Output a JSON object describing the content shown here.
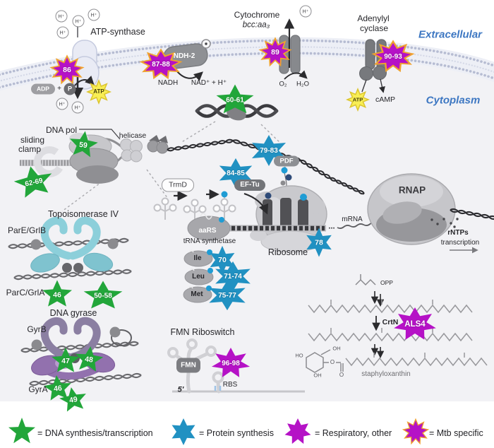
{
  "region_labels": {
    "extracellular": "Extracellular",
    "cytoplasm": "Cytoplasm"
  },
  "labels": {
    "hplus": "H⁺",
    "atp_synthase": "ATP-synthase",
    "adp": "ADP",
    "plus": "+",
    "p_i": "P",
    "atp": "ATP",
    "ndh2": "NDH-2",
    "nadh": "NADH",
    "nad_h": "NAD⁺ + H⁺",
    "cytochrome": "Cytochrome",
    "bcc_aa3": "bcc:aa₃",
    "o2": "O₂",
    "h2o": "H₂O",
    "adenylyl": "Adenylyl",
    "cyclase": "cyclase",
    "camp": "cAMP",
    "dna_pol": "DNA pol",
    "sliding": "sliding",
    "clamp": "clamp",
    "helicase": "helicase",
    "topoisomerase_iv": "Topoisomerase IV",
    "pare_grlb": "ParE/GrlB",
    "parc_grla": "ParC/GrlA",
    "dna_gyrase": "DNA gyrase",
    "gyrb": "GyrB",
    "gyra": "GyrA",
    "trmd": "TrmD",
    "ef_tu": "EF-Tu",
    "pdf": "PDF",
    "aars": "aaRS",
    "trna_synthetase": "tRNA synthetase",
    "ile": "Ile",
    "leu": "Leu",
    "met": "Met",
    "ribosome": "Ribosome",
    "mrna": "mRNA",
    "mrna_dots": "...",
    "rnap": "RNAP",
    "rntps": "rNTPs",
    "transcription": "transcription",
    "fmn_riboswitch": "FMN Riboswitch",
    "fmn": "FMN",
    "rbs": "RBS",
    "five_prime": "5'",
    "opp": "OPP",
    "crtn": "CrtN",
    "staphyloxanthin": "staphyloxanthin",
    "oh": "OH",
    "ho": "HO",
    "o": "O"
  },
  "badges": {
    "atp_synthase": "86",
    "ndh2": "87-88",
    "cytochrome": "89",
    "adenylyl_cyclase": "90-93",
    "dna_helix": "60-61",
    "dna_pol": "59",
    "sliding_clamp": "62-69",
    "topo_parc": "46",
    "topo_pare": "50-58",
    "gyrase_47": "47",
    "gyrase_48": "48",
    "gyrase_46": "46",
    "gyrase_49": "49",
    "pdf": "79-83",
    "ef_tu": "84-85",
    "ribosome": "78",
    "ile_rs": "70",
    "leu_rs": "71-74",
    "met_rs": "75-77",
    "fmn_riboswitch": "96-98",
    "als4": "ALS4"
  },
  "legend": {
    "dna": "= DNA synthesis/transcription",
    "protein": "= Protein synthesis",
    "respiratory": "= Respiratory, other",
    "mtb": "= Mtb specific"
  },
  "colors": {
    "dna_green": "#22a63a",
    "protein_blue": "#2191c2",
    "respiratory_magenta": "#b512c6",
    "mtb_orange": "#f0a22e",
    "membrane_blue_text": "#3d77c2"
  }
}
